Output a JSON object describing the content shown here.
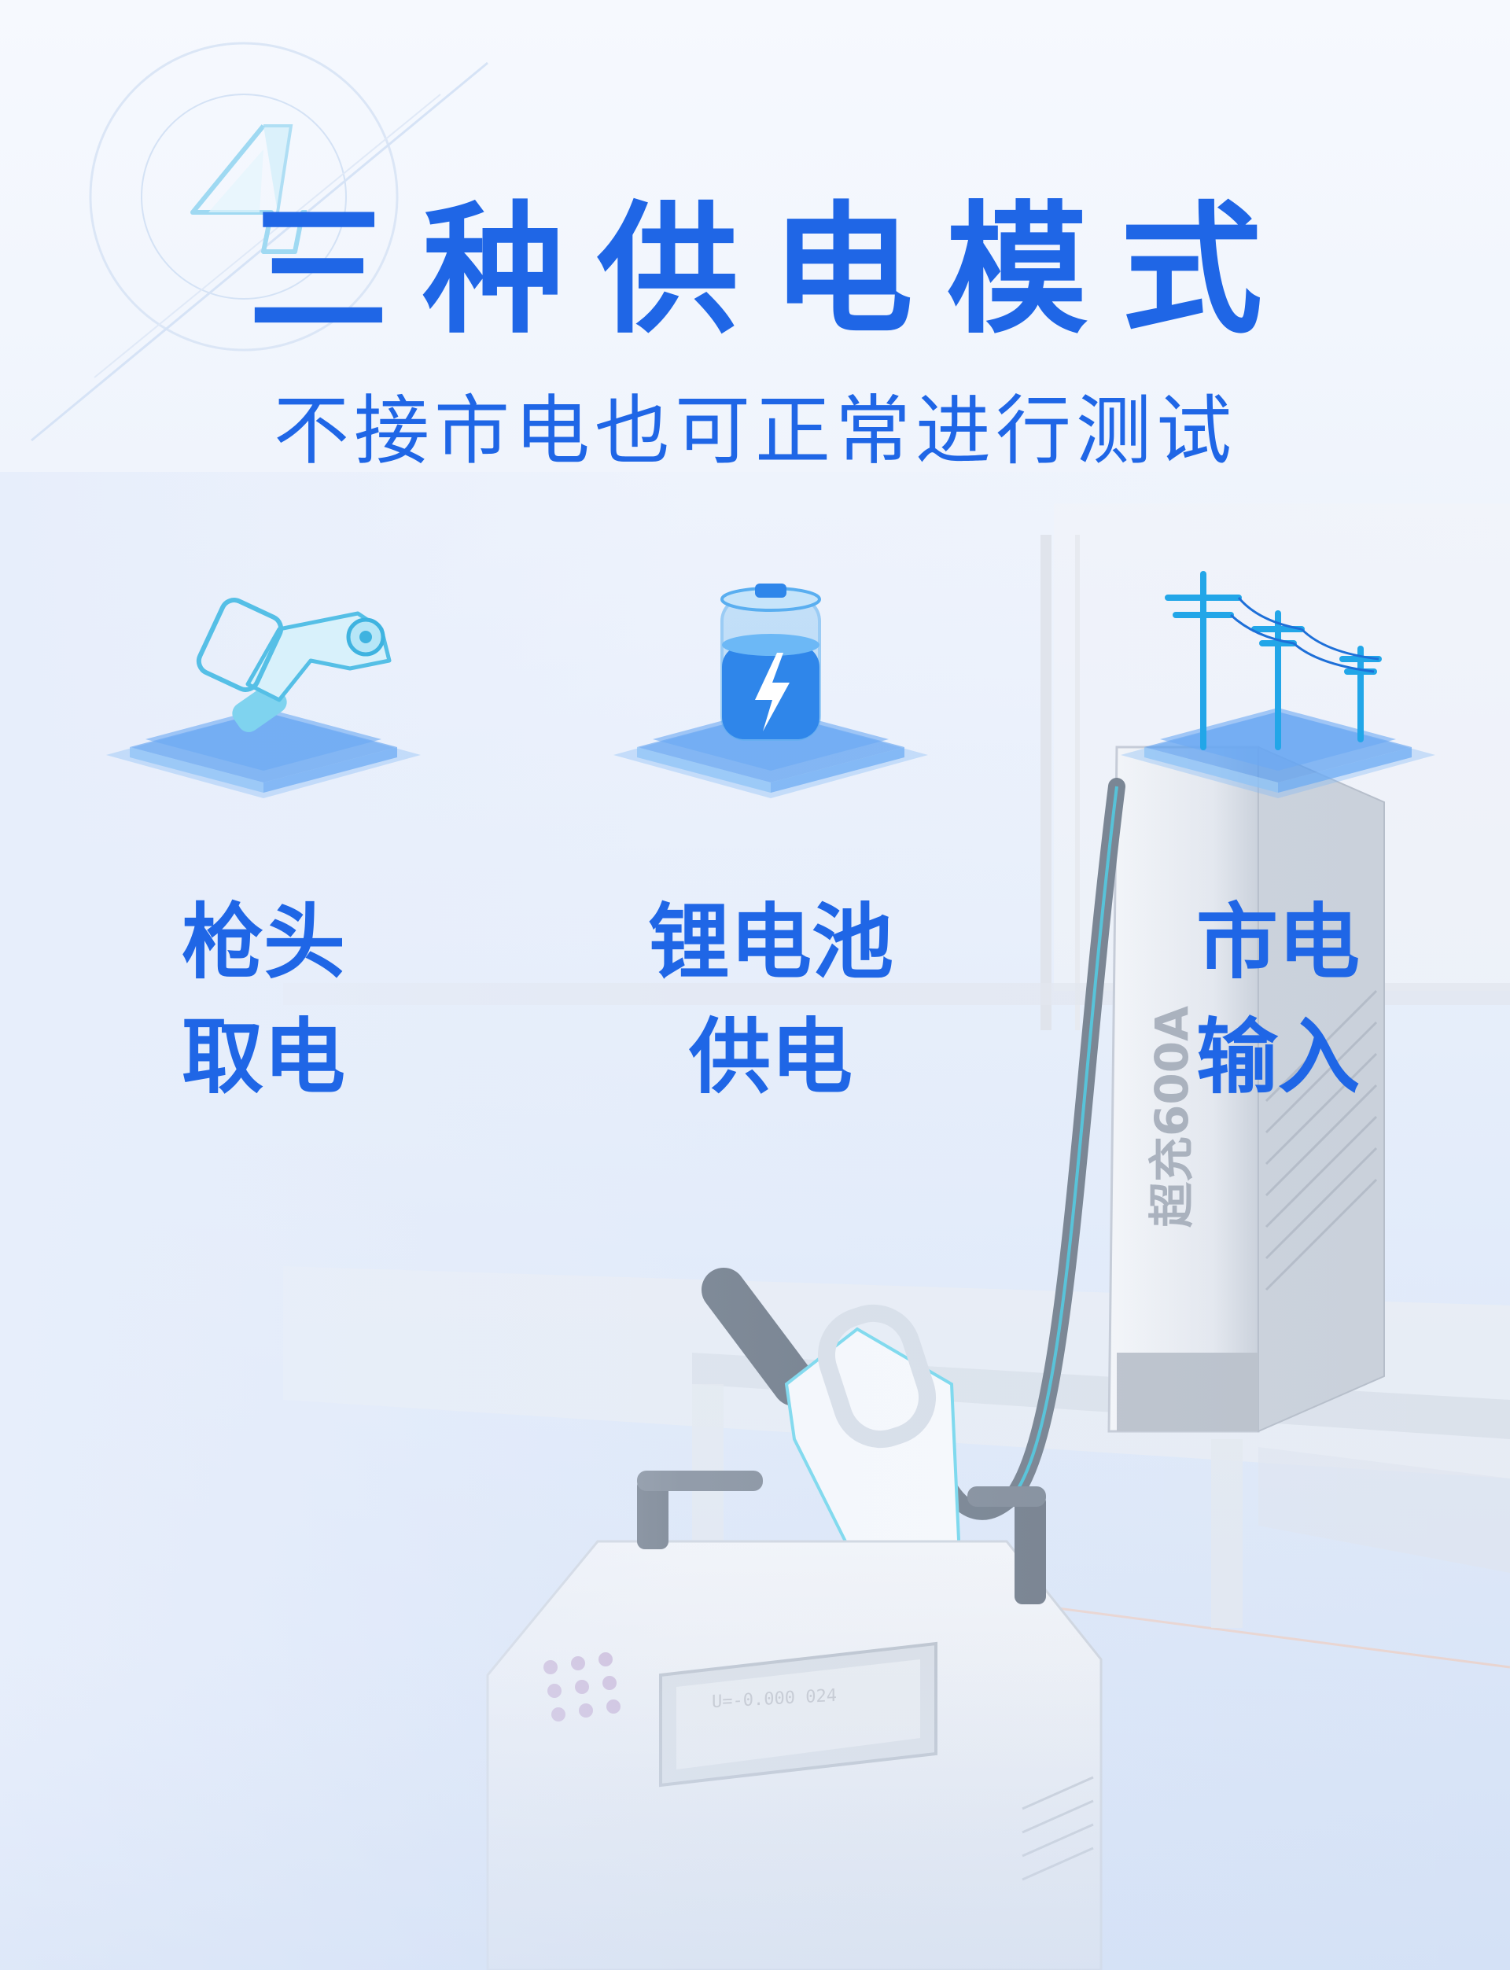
{
  "header": {
    "badge_number": "4",
    "title": "三种供电模式",
    "subtitle": "不接市电也可正常进行测试"
  },
  "modes": [
    {
      "icon": "charging-gun-icon",
      "line1": "枪头",
      "line2": "取电"
    },
    {
      "icon": "battery-icon",
      "line1": "锂电池",
      "line2": "供电"
    },
    {
      "icon": "power-pole-icon",
      "line1": "市电",
      "line2": "输入"
    }
  ],
  "device": {
    "cabinet_label": "超充600A",
    "screen_readout": "U=-0.000 024"
  },
  "colors": {
    "accent": "#1f66e6",
    "icon_blue": "#3d8ff0",
    "cyan": "#3fd0e8",
    "background": "#eef3fc"
  }
}
